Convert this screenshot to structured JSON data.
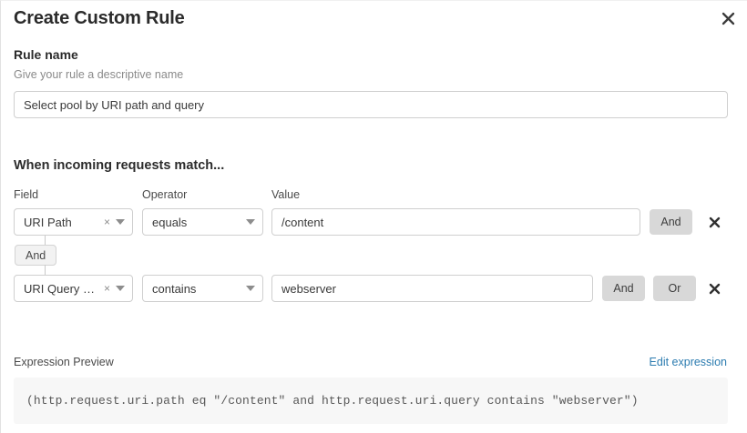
{
  "dialog": {
    "title": "Create Custom Rule",
    "close_icon": "close-icon"
  },
  "rule_name": {
    "label": "Rule name",
    "hint": "Give your rule a descriptive name",
    "value": "Select pool by URI path and query",
    "placeholder": "Rule name"
  },
  "match_section": {
    "heading": "When incoming requests match...",
    "columns": {
      "field": "Field",
      "operator": "Operator",
      "value": "Value"
    },
    "connector": {
      "label": "And"
    },
    "rows": [
      {
        "field": "URI Path",
        "field_clear_icon": "×",
        "operator": "equals",
        "value": "/content",
        "buttons": [
          "And"
        ],
        "delete_icon": "close-icon"
      },
      {
        "field": "URI Query St...",
        "field_clear_icon": "×",
        "operator": "contains",
        "value": "webserver",
        "buttons": [
          "And",
          "Or"
        ],
        "delete_icon": "close-icon"
      }
    ]
  },
  "expression_preview": {
    "label": "Expression Preview",
    "edit_link": "Edit expression",
    "code": "(http.request.uri.path eq \"/content\" and http.request.uri.query contains \"webserver\")"
  },
  "colors": {
    "link": "#2c7cb0",
    "button_gray": "#d8d8d8",
    "preview_bg": "#f7f7f7",
    "border": "#cfcfcf"
  }
}
